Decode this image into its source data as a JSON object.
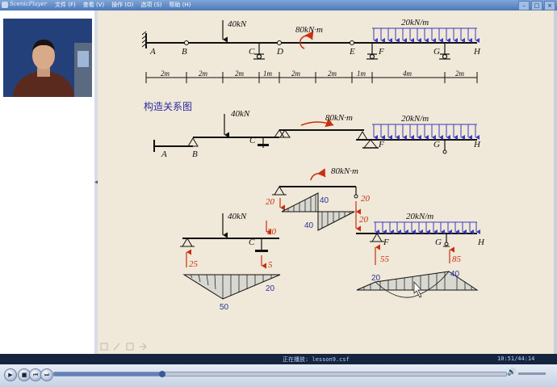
{
  "window": {
    "title": "ScenicPlayer",
    "menu": [
      "文件 (F)",
      "查看 (V)",
      "操作 (O)",
      "选项 (S)",
      "帮助 (H)"
    ]
  },
  "status": {
    "playing": "正在播放: lesson9.csf",
    "time": "10:51/44:14"
  },
  "playback": {
    "progress": 0.24
  },
  "slide": {
    "heading": "构造关系图",
    "beam1": {
      "loads": {
        "point": "40kN",
        "moment": "80kN·m",
        "udl": "20kN/m"
      },
      "points": [
        "A",
        "B",
        "C",
        "D",
        "E",
        "F",
        "G",
        "H"
      ],
      "spans": [
        "2m",
        "2m",
        "2m",
        "1m",
        "2m",
        "2m",
        "1m",
        "4m",
        "2m"
      ]
    },
    "beam2": {
      "loads": {
        "point": "40kN",
        "moment": "80kN·m",
        "udl": "20kN/m"
      },
      "points": [
        "A",
        "B",
        "C",
        "F",
        "G",
        "H"
      ]
    },
    "parts": {
      "top_moment": "80kN·m",
      "top_reactions": [
        "20",
        "20"
      ],
      "top_values": [
        "40",
        "40"
      ],
      "left_load": "40kN",
      "left_reactions": [
        "20",
        "25",
        "5"
      ],
      "left_point": "C",
      "left_values": [
        "20",
        "50"
      ],
      "right_load": "20kN/m",
      "right_reactions": [
        "20",
        "55",
        "85"
      ],
      "right_points": [
        "F",
        "G",
        "H"
      ],
      "right_values": [
        "20",
        "40"
      ]
    }
  },
  "colors": {
    "titlebar": "#4d78b8",
    "slide_bg": "#f0e8d8",
    "load_blue": "#3a3ac0",
    "reaction_red": "#c83010"
  },
  "icons": [
    "play-icon",
    "stop-icon",
    "prev-icon",
    "next-icon",
    "volume-icon"
  ]
}
